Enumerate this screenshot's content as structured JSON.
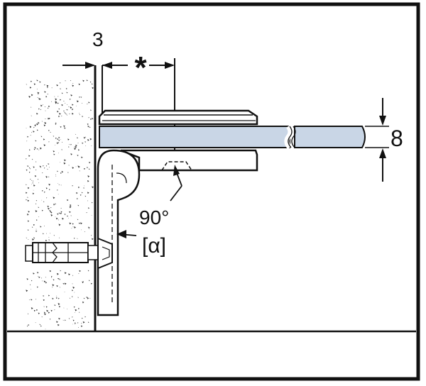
{
  "labels": {
    "wall_gap": "3",
    "distance_marker": "*",
    "glass_thickness": "8",
    "angle_value": "90°",
    "angle_symbol": "[α]"
  },
  "colors": {
    "frame": "#111111",
    "glass": "#c9d6e6",
    "line": "#111111",
    "wall_speckle": "#333333",
    "background": "#ffffff"
  }
}
